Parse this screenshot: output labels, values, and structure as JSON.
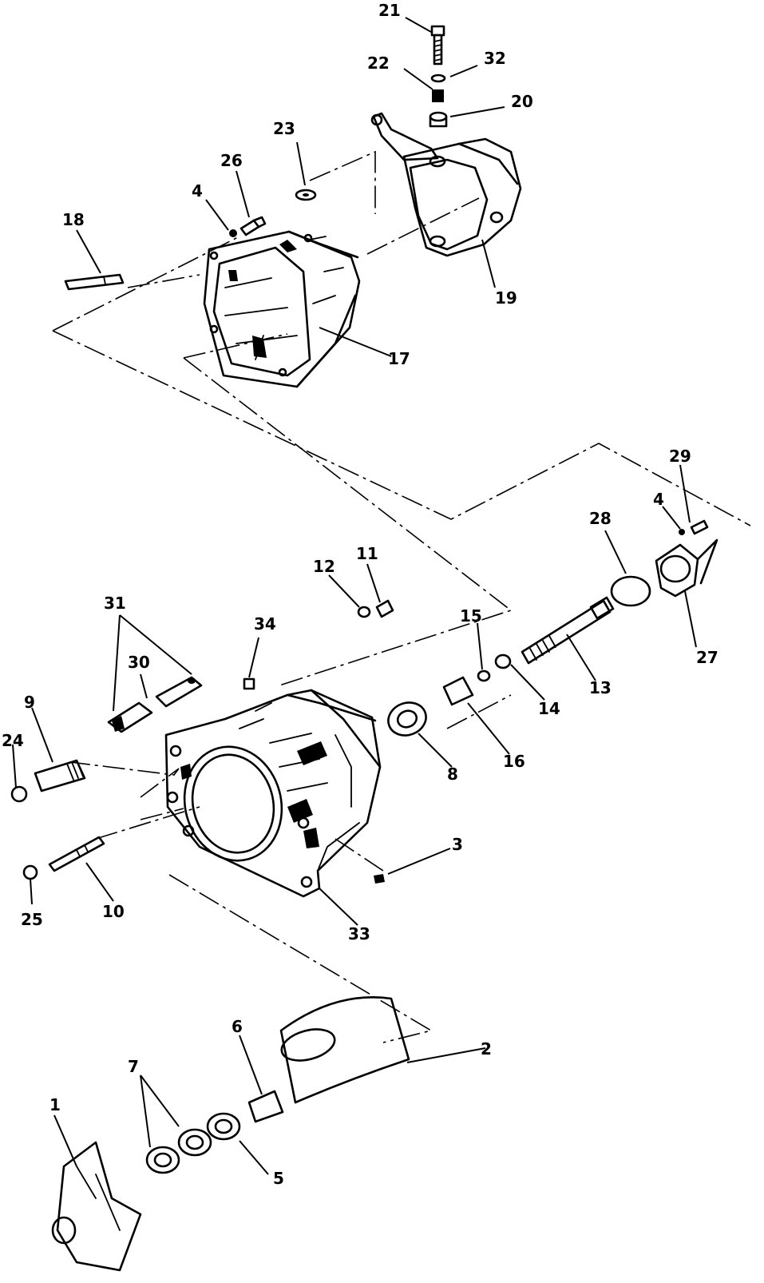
{
  "diagram": {
    "callouts": [
      "1",
      "2",
      "3",
      "4",
      "5",
      "6",
      "7",
      "8",
      "9",
      "10",
      "11",
      "12",
      "13",
      "14",
      "15",
      "16",
      "17",
      "18",
      "19",
      "20",
      "21",
      "22",
      "23",
      "24",
      "25",
      "26",
      "27",
      "28",
      "29",
      "30",
      "31",
      "32",
      "33",
      "34"
    ],
    "extra_callouts": {
      "4b": "4"
    }
  }
}
